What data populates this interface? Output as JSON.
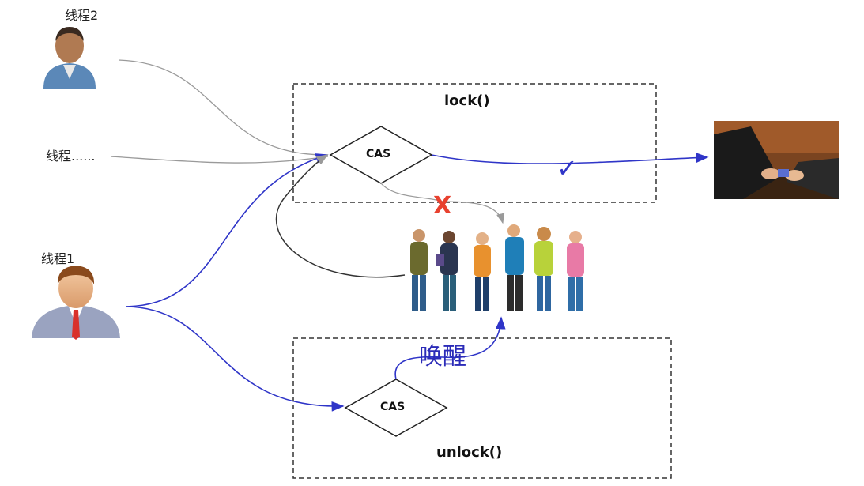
{
  "threads": [
    {
      "label": "线程2",
      "icon": "person-icon"
    },
    {
      "label": "线程......"
    },
    {
      "label": "线程1",
      "icon": "businessman-icon"
    }
  ],
  "lock_box": {
    "title": "lock()",
    "cas_label": "CAS"
  },
  "unlock_box": {
    "title": "unlock()",
    "cas_label": "CAS"
  },
  "wake_label": "唤醒",
  "success_mark": "✓",
  "fail_mark": "X",
  "images": {
    "queue": "waiting-queue-people",
    "resource": "handing-over-card"
  },
  "colors": {
    "blue_flow": "#2f35c8",
    "gray_flow": "#9a9a9a",
    "dark_flow": "#333333",
    "fail": "#e8412f"
  }
}
